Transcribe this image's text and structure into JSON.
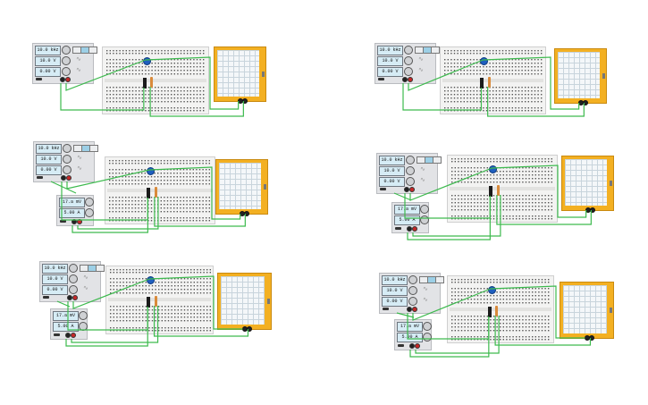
{
  "fg": {
    "frequency": "10.0 kHz",
    "amplitude": "10.0 V",
    "offset": "0.00 V"
  },
  "ps": {
    "voltage": "17.a mV",
    "current": "5.00 A"
  },
  "colors": {
    "wire": "#3dba4e",
    "osc": "#f3b022",
    "potentiometer": "#1f5fbf",
    "resistor": "#d98a3a"
  }
}
